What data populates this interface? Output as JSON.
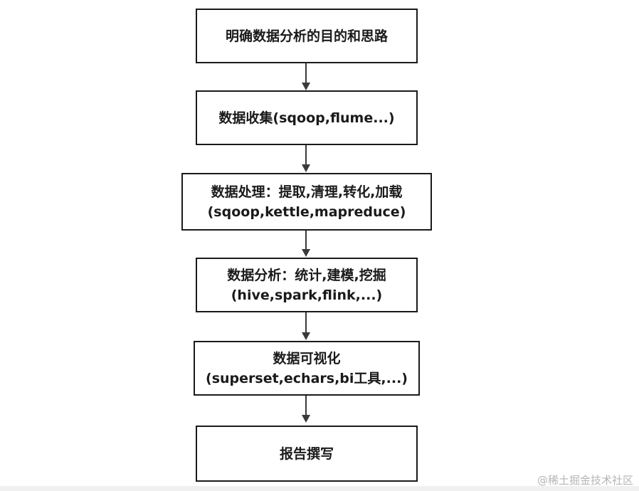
{
  "steps": [
    {
      "lines": [
        "明确数据分析的目的和思路"
      ]
    },
    {
      "lines": [
        "数据收集(sqoop,flume...)"
      ]
    },
    {
      "lines": [
        "数据处理：提取,清理,转化,加载",
        "(sqoop,kettle,mapreduce)"
      ]
    },
    {
      "lines": [
        "数据分析：统计,建模,挖掘",
        "(hive,spark,flink,...)"
      ]
    },
    {
      "lines": [
        "数据可视化",
        "(superset,echars,bi工具,...)"
      ]
    },
    {
      "lines": [
        "报告撰写"
      ]
    }
  ],
  "watermark": "@稀土掘金技术社区",
  "colors": {
    "box_border": "#1a1a1a",
    "arrow": "#3a3a3a",
    "watermark": "#b5b5b5"
  }
}
